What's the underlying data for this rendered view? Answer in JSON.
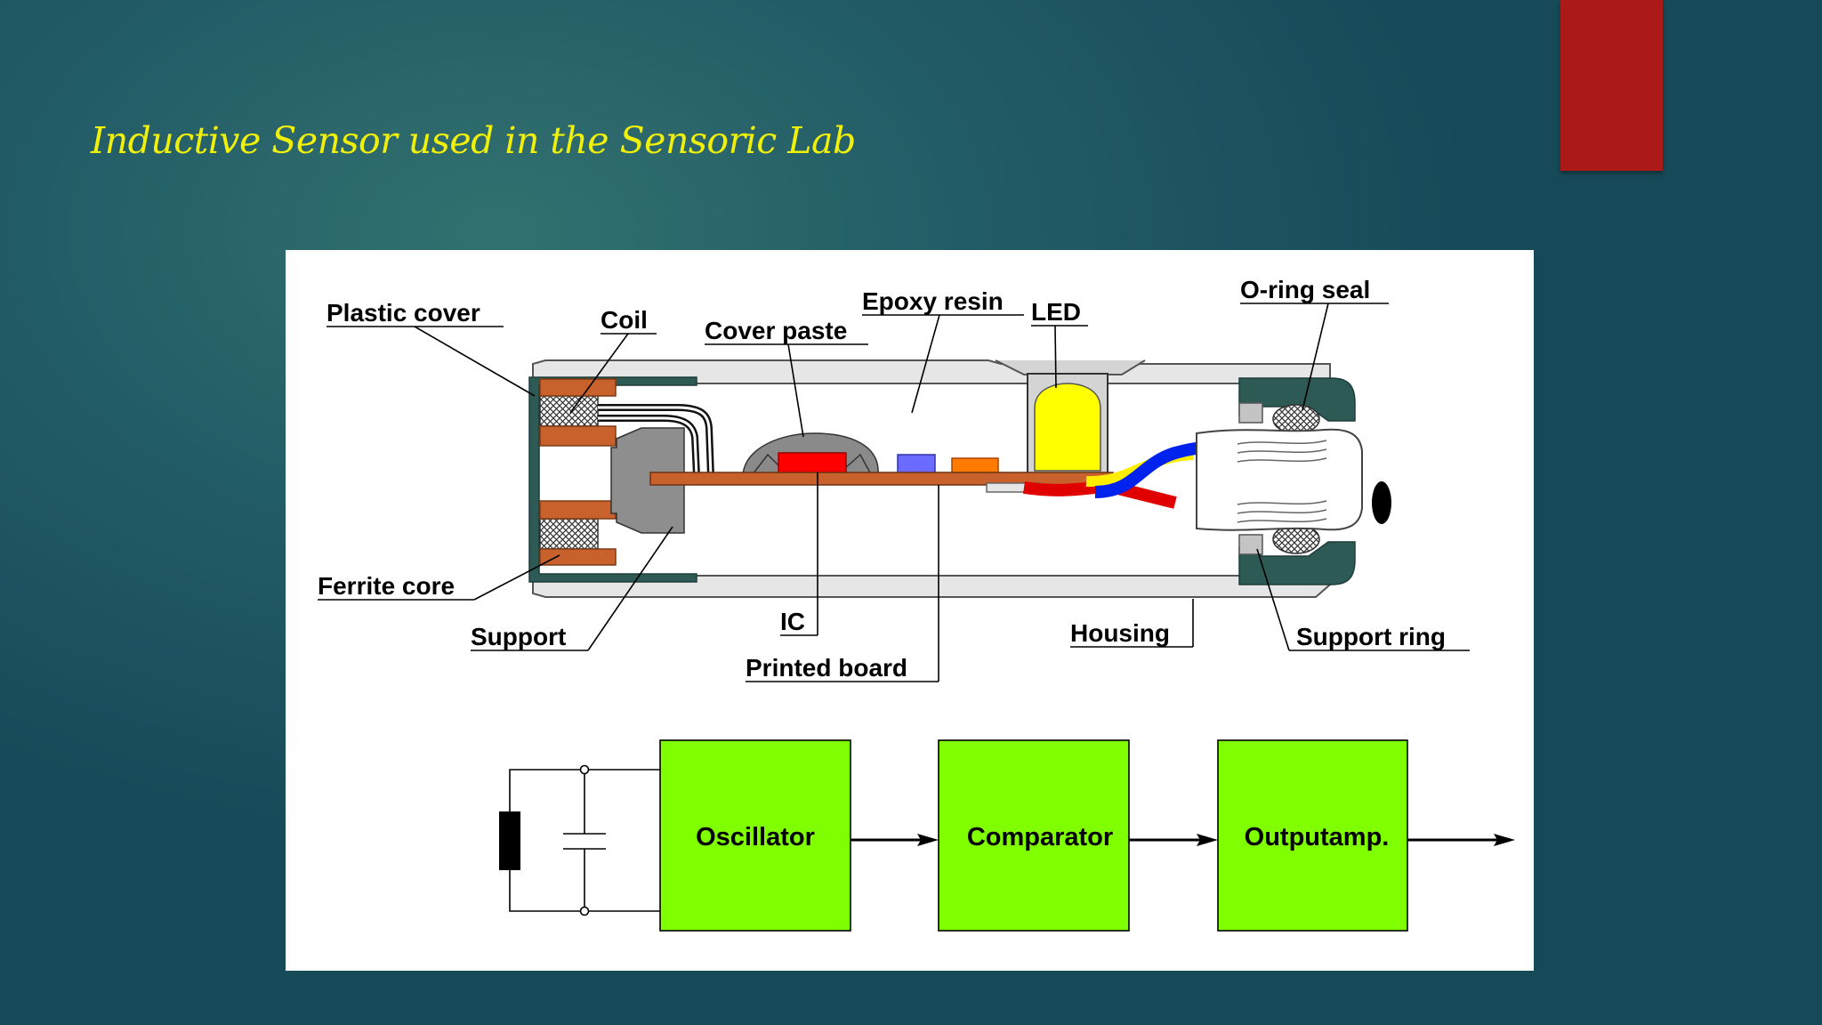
{
  "slide": {
    "title": "Inductive Sensor used in the Sensoric Lab",
    "colors": {
      "accent": "#ab1919",
      "title": "#f0f00a",
      "block": "#80ff00"
    }
  },
  "sensor": {
    "labels": {
      "plastic_cover": "Plastic cover",
      "coil": "Coil",
      "cover_paste": "Cover paste",
      "epoxy_resin": "Epoxy resin",
      "led": "LED",
      "o_ring_seal": "O-ring seal",
      "ferrite_core": "Ferrite core",
      "support": "Support",
      "ic": "IC",
      "printed_board": "Printed board",
      "housing": "Housing",
      "support_ring": "Support ring"
    }
  },
  "block_diagram": {
    "blocks": [
      "Oscillator",
      "Comparator",
      "Outputamp."
    ]
  }
}
